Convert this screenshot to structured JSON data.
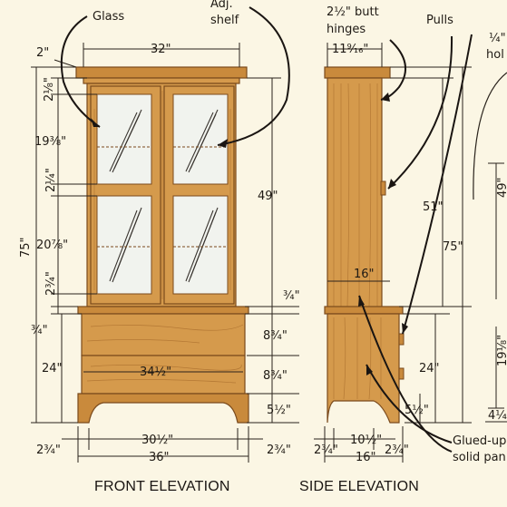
{
  "callouts": {
    "glass": "Glass",
    "adj_shelf_1": "Adj.",
    "adj_shelf_2": "shelf",
    "butt_hinges_1": "2½\" butt",
    "butt_hinges_2": "hinges",
    "pulls": "Pulls",
    "quarter_hole_1": "¼\"",
    "quarter_hole_2": "hol",
    "glued_panel_1": "Glued-up",
    "glued_panel_2": "solid pan"
  },
  "front_dims": {
    "top_overhang": "2\"",
    "width_top": "32\"",
    "rail_top": "2⅛\"",
    "upper_glass": "19⅜\"",
    "mid_rail": "2¼\"",
    "lower_glass": "20⅞\"",
    "bottom_rail": "2¾\"",
    "ledge": "¾\"",
    "base_height": "24\"",
    "total_height": "75\"",
    "upper_height": "49\"",
    "right_ledge": "¾\"",
    "drawer1": "8¾\"",
    "drawer2": "8¾\"",
    "foot": "5½\"",
    "drawer_width": "34½\"",
    "inner_width": "30½\"",
    "overall_width": "36\"",
    "left_overhang": "2¾\"",
    "right_overhang": "2¾\""
  },
  "side_dims": {
    "top_depth": "11⁹⁄₁₆\"",
    "height_51": "51\"",
    "height_75": "75\"",
    "depth_16": "16\"",
    "base_24": "24\"",
    "foot": "5½\"",
    "inner": "10½\"",
    "depth_16_bottom": "16\"",
    "left_overhang": "2¾\"",
    "right_overhang": "2¾\""
  },
  "partial_dims": {
    "d49": "49\"",
    "d19": "19⅛\"",
    "d4": "4¼"
  },
  "captions": {
    "front": "FRONT ELEVATION",
    "side": "SIDE ELEVATION"
  }
}
